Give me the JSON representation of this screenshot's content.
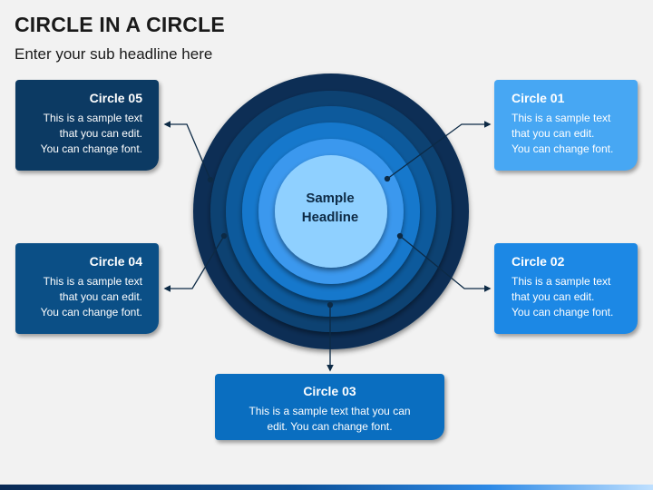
{
  "header": {
    "title": "CIRCLE IN A CIRCLE",
    "subtitle": "Enter your sub headline here"
  },
  "center": {
    "line1": "Sample",
    "line2": "Headline"
  },
  "boxes": {
    "circle01": {
      "title": "Circle 01",
      "line1": "This is a sample text",
      "line2": "that you can edit.",
      "line3": "You can change font."
    },
    "circle02": {
      "title": "Circle 02",
      "line1": "This is a sample text",
      "line2": "that you can edit.",
      "line3": "You can change font."
    },
    "circle03": {
      "title": "Circle 03",
      "line1": "This is a sample text that you can",
      "line2": "edit. You can change font."
    },
    "circle04": {
      "title": "Circle 04",
      "line1": "This is a sample text",
      "line2": "that you can edit.",
      "line3": "You can change font."
    },
    "circle05": {
      "title": "Circle 05",
      "line1": "This is a sample text",
      "line2": "that you can edit.",
      "line3": "You can change font."
    }
  },
  "colors": {
    "ring1": "#0a2f55",
    "ring2": "#0b4272",
    "ring3": "#0c5a9c",
    "ring4": "#1478cc",
    "ring5": "#3a98ee",
    "center": "#8fd0ff",
    "connector": "#0d2a45"
  }
}
